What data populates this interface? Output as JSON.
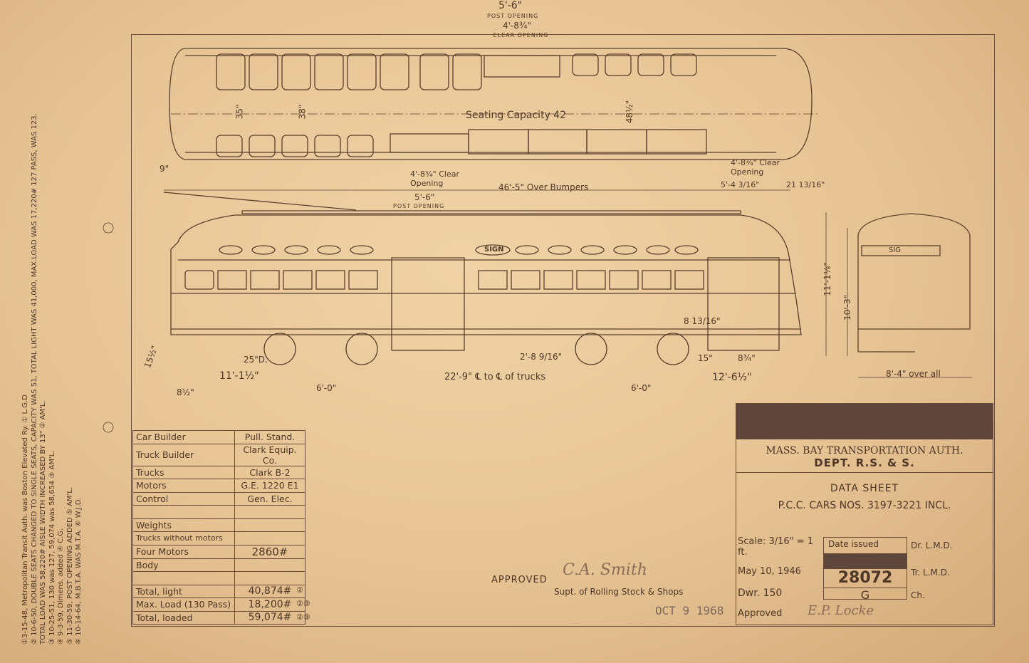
{
  "plan_view": {
    "post_opening_top": "5'-6\"",
    "post_opening_label": "POST OPENING",
    "clear_opening_top": "4'-8¾\"",
    "clear_opening_label": "CLEAR OPENING",
    "seating_capacity": "Seating Capacity 42",
    "dim_35": "35\"",
    "dim_38": "38\"",
    "dim_48": "48½\"",
    "dim_9": "9\"",
    "front_clear": "4'-8¾\" Clear Opening",
    "front_post": "5'-6\"",
    "front_post_label": "POST OPENING",
    "over_bumpers": "46'-5\" Over Bumpers",
    "rear_clear": "4'-8¾\" Clear Opening",
    "rear_dim": "5'-4 3/16\"",
    "rear_end": "21 13/16\""
  },
  "side_view": {
    "sign": "SIGN",
    "dim_15": "15½\"",
    "dim_25d": "25\"D.",
    "dim_11": "11'-1½\"",
    "dim_6a": "6'-0\"",
    "dim_22": "22'-9\" ℄ to ℄ of trucks",
    "dim_6b": "6'-0\"",
    "dim_12": "12'-6½\"",
    "dim_2_8": "2'-8 9/16\"",
    "dim_8_13": "8 13/16\"",
    "dim_15b": "15\"",
    "dim_8_3": "8¾\"",
    "dim_8_half": "8½\""
  },
  "end_view": {
    "sign": "SIG",
    "height_a": "11'-1⅛\"",
    "height_b": "10'-3\"",
    "width": "8'-4\" over all"
  },
  "spec_table": [
    {
      "label": "Car Builder",
      "value": "Pull. Stand."
    },
    {
      "label": "Truck Builder",
      "value": "Clark Equip. Co."
    },
    {
      "label": "Trucks",
      "value": "Clark B-2"
    },
    {
      "label": "Motors",
      "value": "G.E. 1220 E1"
    },
    {
      "label": "Control",
      "value": "Gen. Elec."
    },
    {
      "label": "",
      "value": ""
    },
    {
      "label": "Weights",
      "value": ""
    },
    {
      "label": "Trucks without motors",
      "value": ""
    },
    {
      "label": "Four Motors",
      "value": "2860#"
    },
    {
      "label": "Body",
      "value": ""
    },
    {
      "label": "",
      "value": ""
    },
    {
      "label": "Total, light",
      "value": "40,874#",
      "note": "②"
    },
    {
      "label": "Max. Load (130 Pass)",
      "value": "18,200#",
      "note": "②③"
    },
    {
      "label": "Total, loaded",
      "value": "59,074#",
      "note": "②③"
    }
  ],
  "revision_notes": [
    "①3-15-48, Metropolitan Transit Auth. was Boston Elevated Ry. ① L.G.D",
    "② 10-6-50, DOUBLE SEATS CHANGED TO SINGLE SEATS, CAPACITY WAS 51, TOTAL LIGHT WAS 41,000, MAX.LOAD WAS 17,220# 127 PASS, WAS 123.",
    "TOTAL LOAD WAS 58,220# AISLE WIDTH INCREASED BY 13\" ② AM'L.",
    "③ 10-25-51, 130 was 127, 59,074 was 58,654 ③ AM'L.",
    "④ 9-3-59, Dimens. added ④ C.G.",
    "⑤ 11-30-59, POST OPENING ADDED ⑤ AM'L.",
    "⑥ 10-14-64, M.B.T.A. WAS M.T.A. ⑥ W.J.D."
  ],
  "approval": {
    "approved_label": "APPROVED",
    "signature": "C.A. Smith",
    "title": "Supt. of Rolling Stock & Shops",
    "stamp_date": "OCT 9 1968"
  },
  "title_block": {
    "authority": "MASS. BAY TRANSPORTATION AUTH.",
    "department": "DEPT. R.S. & S.",
    "sheet": "DATA SHEET",
    "cars": "P.C.C. CARS NOS. 3197-3221 INCL.",
    "scale": "Scale: 3/16\" = 1 ft.",
    "date_issued_label": "Date issued",
    "date": "May 10, 1946",
    "drawing_number": "28072",
    "revision": "G",
    "drawer": "Dwr. 150",
    "dr": "Dr. L.M.D.",
    "tr": "Tr. L.M.D.",
    "ch": "Ch.",
    "approved_label": "Approved",
    "approved_signature": "E.P. Locke"
  },
  "colors": {
    "paper": "#e6c393",
    "ink": "#4e3726",
    "bar": "#5e463a"
  }
}
